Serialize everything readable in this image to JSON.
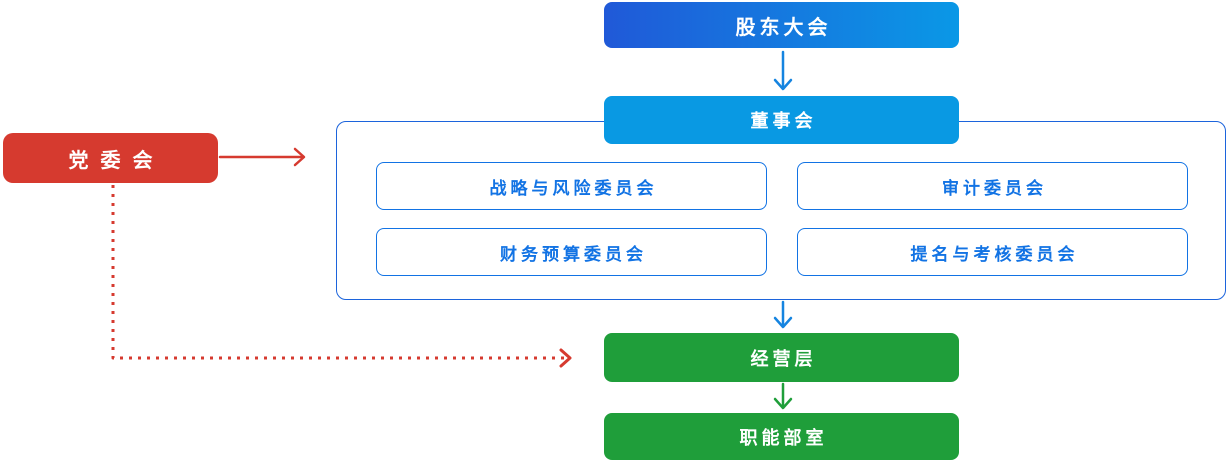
{
  "diagram": {
    "type": "org-chart",
    "nodes": {
      "party_committee": {
        "label": "党委会"
      },
      "shareholders_meeting": {
        "label": "股东大会"
      },
      "board_of_directors": {
        "label": "董事会"
      },
      "committees": [
        {
          "label": "战略与风险委员会"
        },
        {
          "label": "审计委员会"
        },
        {
          "label": "财务预算委员会"
        },
        {
          "label": "提名与考核委员会"
        }
      ],
      "management": {
        "label": "经营层"
      },
      "functional_departments": {
        "label": "职能部室"
      }
    },
    "edges": [
      {
        "from": "shareholders_meeting",
        "to": "board_of_directors",
        "style": "solid",
        "color": "#1584e0"
      },
      {
        "from": "board_container",
        "to": "management",
        "style": "solid",
        "color": "#1584e0"
      },
      {
        "from": "management",
        "to": "functional_departments",
        "style": "solid",
        "color": "#1f9e3a"
      },
      {
        "from": "party_committee",
        "to": "board_container",
        "style": "solid",
        "color": "#d63a2f"
      },
      {
        "from": "party_committee",
        "to": "management",
        "style": "dotted",
        "color": "#d63a2f"
      }
    ],
    "colors": {
      "party_red": "#d63a2f",
      "shareholders_gradient_start": "#2059d8",
      "shareholders_gradient_end": "#0a98e6",
      "board_blue": "#0999e3",
      "committee_blue": "#1273e4",
      "container_border_blue": "#1c64dc",
      "management_green": "#1f9e3a",
      "arrow_blue": "#1584e0",
      "background": "#ffffff"
    }
  }
}
